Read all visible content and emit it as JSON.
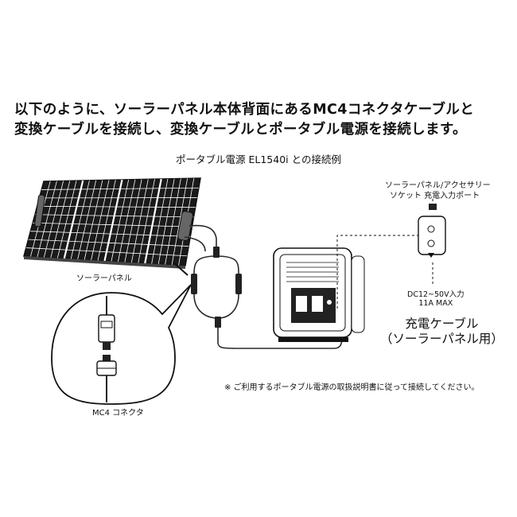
{
  "intro": {
    "line1": "以下のように、ソーラーパネル本体背面にあるMC4コネクタケーブルと",
    "line2": "変換ケーブルを接続し、変換ケーブルとポータブル電源を接続します。"
  },
  "diagram": {
    "title": "ポータブル電源 EL1540i との接続例",
    "panel_label": "ソーラーパネル",
    "mc4_label": "MC4 コネクタ",
    "port_label_line1": "ソーラーパネル/アクセサリー",
    "port_label_line2": "ソケット 充電入力ポート",
    "spec_line1": "DC12~50V入力",
    "spec_line2": "11A MAX",
    "cable_label_line1": "充電ケーブル",
    "cable_label_line2": "（ソーラーパネル用）",
    "note": "※ ご利用するポータブル電源の取扱説明書に従って接続してください。"
  },
  "colors": {
    "ink": "#111111",
    "panel_fill": "#1a1a1a",
    "cell_line": "#ffffff",
    "cable": "#2a2a2a"
  }
}
